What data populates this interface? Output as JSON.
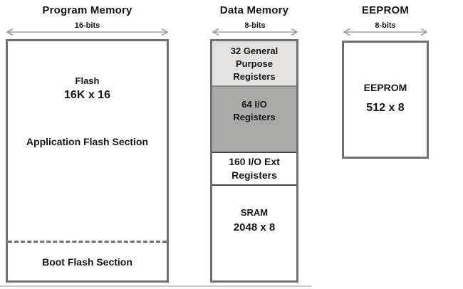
{
  "program_memory": {
    "title": "Program Memory",
    "bus_width_label": "16-bits",
    "flash_name": "Flash",
    "flash_size": "16K x 16",
    "application_section_label": "Application Flash Section",
    "boot_section_label": "Boot Flash Section"
  },
  "data_memory": {
    "title": "Data Memory",
    "bus_width_label": "8-bits",
    "general_purpose_registers": "32 General\nPurpose\nRegisters",
    "io_registers": "64 I/O\nRegisters",
    "io_ext_registers": "160 I/O Ext\nRegisters",
    "sram_name": "SRAM",
    "sram_size": "2048 x 8"
  },
  "eeprom": {
    "title": "EEPROM",
    "bus_width_label": "8-bits",
    "name": "EEPROM",
    "size": "512 x 8"
  },
  "colors": {
    "background": "#ffffff",
    "box_border": "#717171",
    "section_divider": "#8a8a8a",
    "ext_section_border": "#464646",
    "gp_registers_fill": "#e4e3e1",
    "io_registers_fill": "#a9a9a7",
    "arrow": "#8f8f8f",
    "text": "#161616",
    "dashed_divider": "#707070",
    "bottom_rule": "#c9c9c9"
  }
}
